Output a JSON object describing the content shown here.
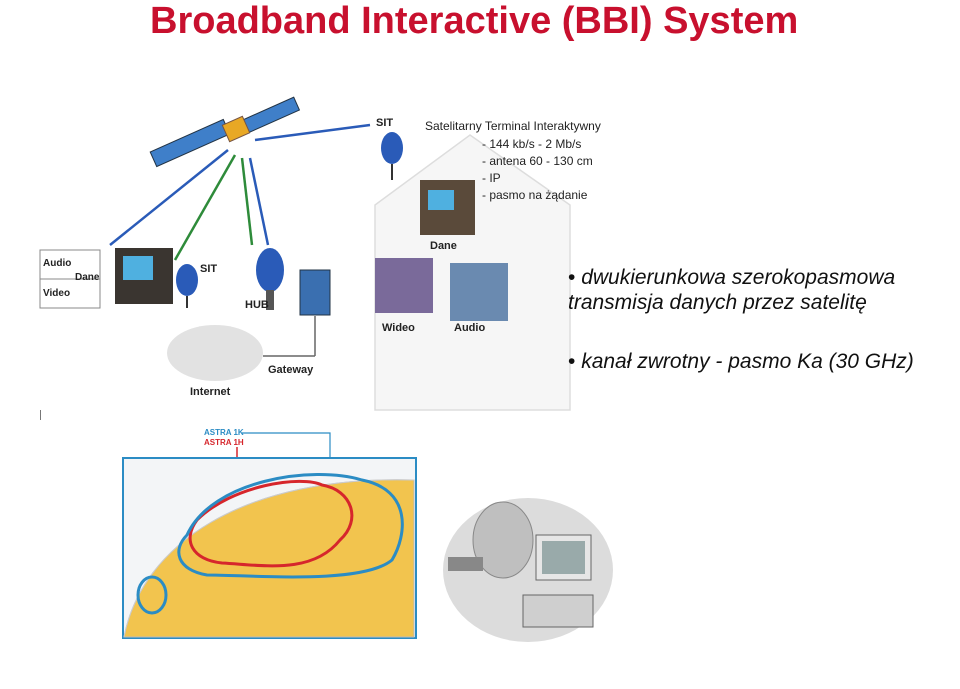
{
  "title": "Broadband Interactive (BBI) System",
  "diagram": {
    "sit_header": "SIT",
    "sit_title": "Satelitarny Terminal Interaktywny",
    "sit_specs": [
      "- 144 kb/s - 2 Mb/s",
      "- antena 60 - 130 cm",
      "- IP",
      "- pasmo na żądanie"
    ],
    "labels": {
      "dane_house": "Dane",
      "wideo": "Wideo",
      "audio_house": "Audio",
      "audio_box": "Audio",
      "video_box": "Video",
      "dane_box": "Dane",
      "sit_left": "SIT",
      "hub": "HUB",
      "gateway": "Gateway",
      "internet": "Internet"
    }
  },
  "map": {
    "legend": [
      "ASTRA 1K",
      "ASTRA 1H"
    ],
    "colors": {
      "astra_1k": "#2b8cc4",
      "astra_1h": "#d6262c"
    }
  },
  "bullets": [
    {
      "line1": "dwukierunkowa szerokopasmowa",
      "line2": "transmisja danych przez satelitę"
    },
    {
      "line1": "kanał zwrotny - pasmo Ka (30 GHz)"
    }
  ],
  "colors": {
    "title": "#c8102e",
    "arrow_blue": "#2a5bb8",
    "arrow_green": "#2e8b3a"
  }
}
